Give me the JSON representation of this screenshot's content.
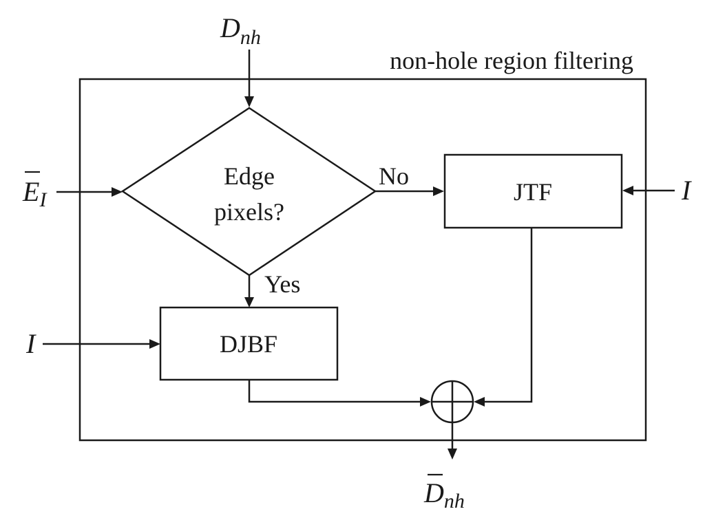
{
  "region_title": "non-hole region filtering",
  "decision": {
    "line1": "Edge",
    "line2": "pixels?",
    "no_label": "No",
    "yes_label": "Yes"
  },
  "blocks": {
    "jtf": "JTF",
    "djbf": "DJBF"
  },
  "inputs": {
    "depth_top": {
      "base": "D",
      "sub": "nh"
    },
    "edge_left": {
      "base": "E",
      "sub": "I"
    },
    "image_right": "I",
    "image_left": "I"
  },
  "output": {
    "base": "D",
    "sub": "nh"
  }
}
